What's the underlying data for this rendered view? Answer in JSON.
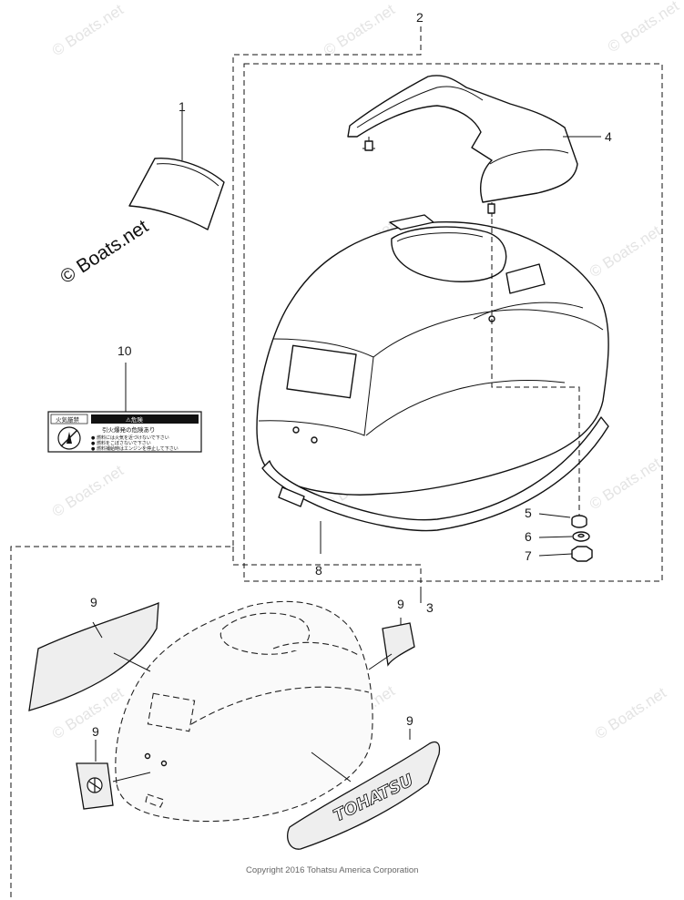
{
  "watermark": {
    "text": "© Boats.net"
  },
  "callouts": {
    "c1": "1",
    "c2": "2",
    "c3": "3",
    "c4": "4",
    "c5": "5",
    "c6": "6",
    "c7": "7",
    "c8": "8",
    "c9": "9",
    "c10": "10"
  },
  "warning_label": {
    "left_header": "火気厳禁",
    "right_header": "⚠危険",
    "title": "引火爆発の危険あり",
    "lines": [
      "● 燃料には火気を近づけないで下さい",
      "● 燃料をこぼさないで下さい",
      "● 燃料補給時はエンジンを停止して下さい"
    ]
  },
  "decal_brand": "TOHATSU",
  "copyright": "Copyright 2016 Tohatsu America Corporation",
  "colors": {
    "ink": "#111111",
    "watermark": "#e4e4e4",
    "background": "#ffffff"
  }
}
